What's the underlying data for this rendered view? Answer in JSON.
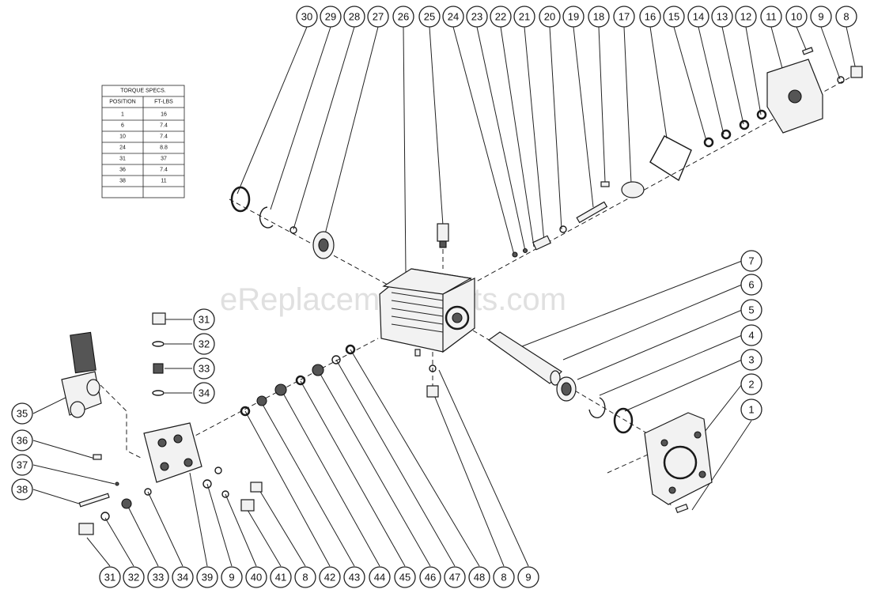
{
  "watermark": "eReplacementParts.com",
  "torque_table": {
    "title": "TORQUE SPECS.",
    "headers": [
      "POSITION",
      "FT-LBS"
    ],
    "rows": [
      [
        "1",
        "16"
      ],
      [
        "6",
        "7.4"
      ],
      [
        "10",
        "7.4"
      ],
      [
        "24",
        "8.8"
      ],
      [
        "31",
        "37"
      ],
      [
        "36",
        "7.4"
      ],
      [
        "38",
        "11"
      ]
    ]
  },
  "top_callouts": [
    "30",
    "29",
    "28",
    "27",
    "26",
    "25",
    "24",
    "23",
    "22",
    "21",
    "20",
    "19",
    "18",
    "17",
    "16",
    "15",
    "14",
    "13",
    "12",
    "11",
    "10",
    "9",
    "8"
  ],
  "right_callouts": [
    "7",
    "6",
    "5",
    "4",
    "3",
    "2",
    "1"
  ],
  "left_callouts": [
    "35",
    "36",
    "37",
    "38"
  ],
  "manifold_callouts": [
    "31",
    "32",
    "33",
    "34"
  ],
  "bottom_callouts": [
    "31",
    "32",
    "33",
    "34",
    "39",
    "9",
    "40",
    "41",
    "8",
    "42",
    "43",
    "44",
    "45",
    "46",
    "47",
    "48",
    "8",
    "9"
  ]
}
